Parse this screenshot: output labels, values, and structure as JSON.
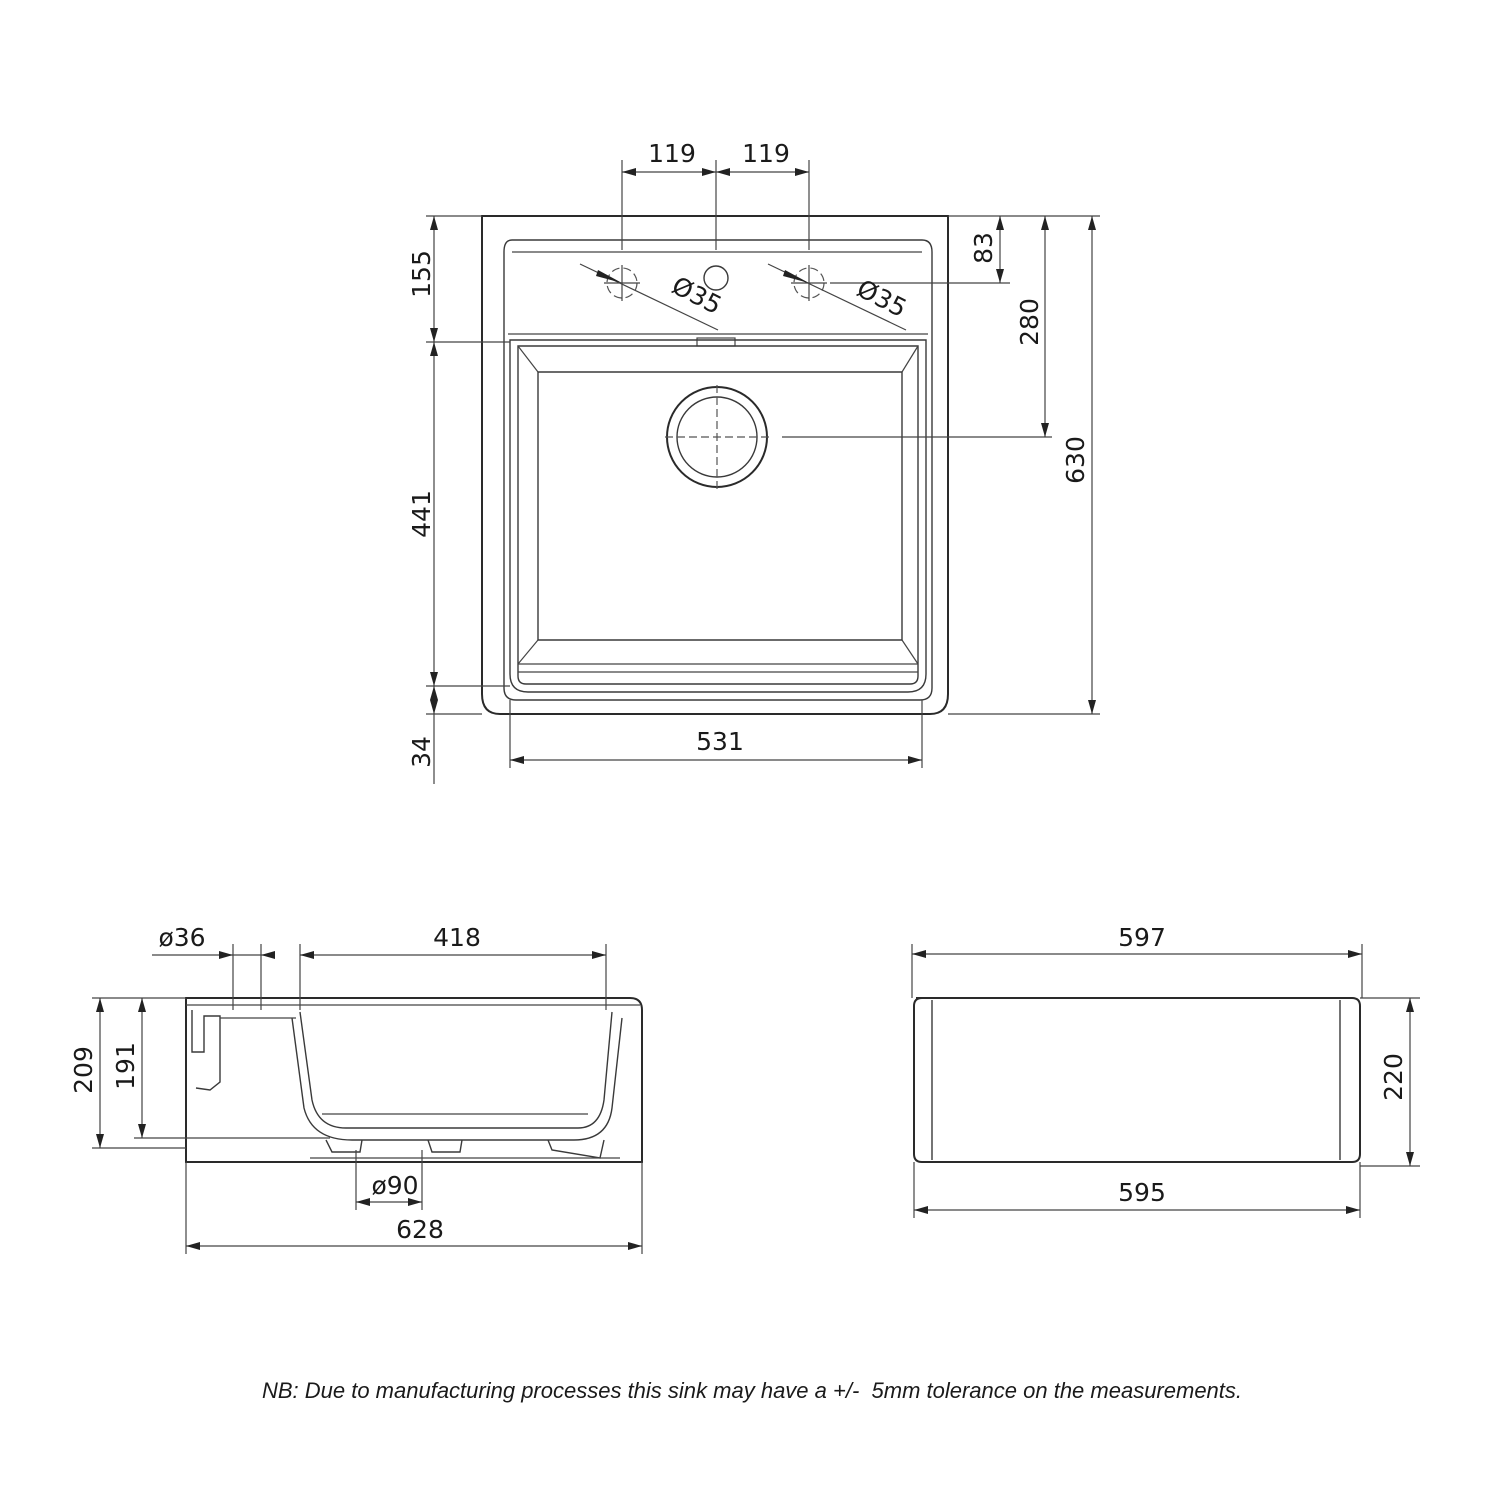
{
  "top_view": {
    "tap_spacing_left": "119",
    "tap_spacing_right": "119",
    "tap_hole_left": "Ø35",
    "tap_hole_right": "Ø35",
    "back_ledge": "155",
    "tap_from_back": "83",
    "waste_from_back": "280",
    "overall_depth": "630",
    "bowl_depth": "441",
    "front_lip": "34",
    "bowl_width": "531"
  },
  "side_section": {
    "overflow_diameter": "ø36",
    "bowl_width": "418",
    "overall_height": "209",
    "bowl_height": "191",
    "waste_diameter": "ø90",
    "overall_depth": "628"
  },
  "front_view": {
    "top_width": "597",
    "height": "220",
    "bottom_width": "595"
  },
  "note": "NB: Due to manufacturing processes this sink may have a +/-  5mm tolerance on the measurements."
}
